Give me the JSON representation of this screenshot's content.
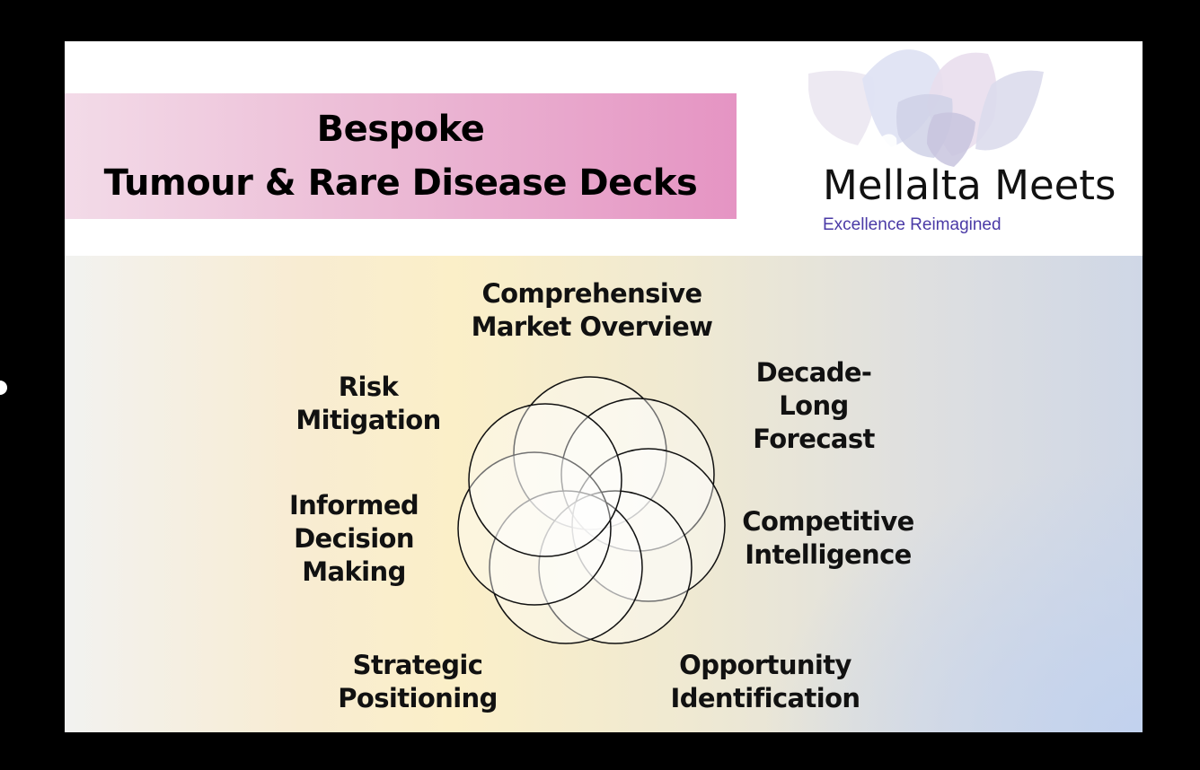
{
  "banner": {
    "line1": "Bespoke",
    "line2": "Tumour & Rare Disease Decks"
  },
  "logo": {
    "name": "Mellalta Meets",
    "tagline": "Excellence Reimagined"
  },
  "colors": {
    "banner_start": "#f3dbe8",
    "banner_end": "#e594c3",
    "tagline": "#4a3aa6",
    "circle_stroke": "#111111"
  },
  "diagram": {
    "labels": [
      {
        "lines": [
          "Comprehensive",
          "Market Overview"
        ]
      },
      {
        "lines": [
          "Decade-",
          "Long",
          "Forecast"
        ]
      },
      {
        "lines": [
          "Competitive",
          "Intelligence"
        ]
      },
      {
        "lines": [
          "Opportunity",
          "Identification"
        ]
      },
      {
        "lines": [
          "Strategic",
          "Positioning"
        ]
      },
      {
        "lines": [
          "Informed",
          "Decision",
          "Making"
        ]
      },
      {
        "lines": [
          "Risk",
          "Mitigation"
        ]
      }
    ]
  }
}
